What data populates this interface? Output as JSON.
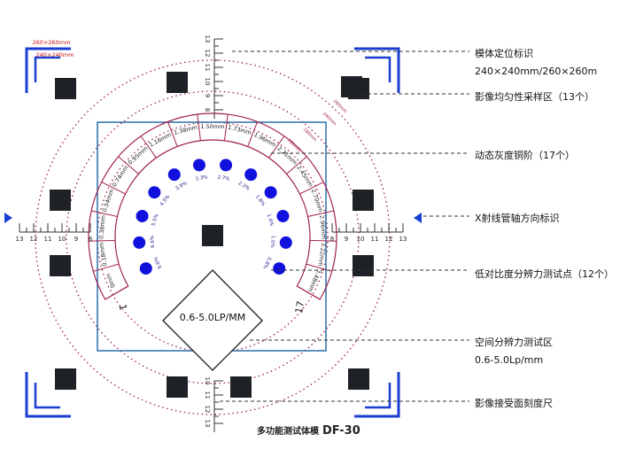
{
  "annotations": [
    {
      "id": "mold-position",
      "lines": [
        "模体定位标识",
        "240×240mm/260×260m"
      ]
    },
    {
      "id": "uniformity",
      "lines": [
        "影像均匀性采样区（13个）"
      ]
    },
    {
      "id": "gray-steps",
      "lines": [
        "动态灰度铜阶（17个）"
      ]
    },
    {
      "id": "tube-axis",
      "lines": [
        "X射线管轴方向标识"
      ]
    },
    {
      "id": "low-contrast",
      "lines": [
        "低对比度分辨力测试点（12个）"
      ]
    },
    {
      "id": "spatial-res",
      "lines": [
        "空间分辨力测试区",
        "0.6-5.0Lp/mm"
      ]
    },
    {
      "id": "receptor-scale",
      "lines": [
        "影像接受面刻度尺"
      ]
    }
  ],
  "corner_labels": {
    "outer": "260×260mm",
    "inner": "240×240mm"
  },
  "diamond_label": "0.6-5.0LP/MM",
  "caption": {
    "text": "多功能测试体模",
    "model": "DF-30"
  },
  "scale": {
    "top": [
      "13",
      "12",
      "11",
      "10",
      "9",
      "8"
    ],
    "bottom": [
      "10",
      "11",
      "12",
      "13"
    ],
    "left": [
      "13",
      "12",
      "11",
      "10",
      "9",
      "8"
    ],
    "right": [
      "8",
      "9",
      "10",
      "11",
      "12",
      "13"
    ]
  },
  "copper_steps": [
    "0mm",
    "0.18mm",
    "0.38mm",
    "0.54mm",
    "0.74mm",
    "0.95mm",
    "1.16mm",
    "1.38mm",
    "1.50mm",
    "1.73mm",
    "1.96mm",
    "2.21mm",
    "2.45mm",
    "2.70mm",
    "2.96mm",
    "3.22mm",
    "3.48mm"
  ],
  "contrast_points": [
    "9.6%",
    "6.6%",
    "5.5%",
    "4.5%",
    "3.9%",
    "3.3%",
    "2.7%",
    "2.3%",
    "1.8%",
    "1.4%",
    "1.0%",
    "0.8%"
  ],
  "arc_labels": [
    "260mm",
    "240mm",
    "180mm",
    "160mm"
  ],
  "markers": {
    "left": "1",
    "right": "17"
  },
  "colors": {
    "outline": "#2a6fa8",
    "steps": "#a0204a",
    "dots": "#1111dd",
    "dotted": "#a0204a",
    "corner": "#1a3fd0",
    "arrow": "#1a3fd0",
    "block": "#1e2226"
  }
}
